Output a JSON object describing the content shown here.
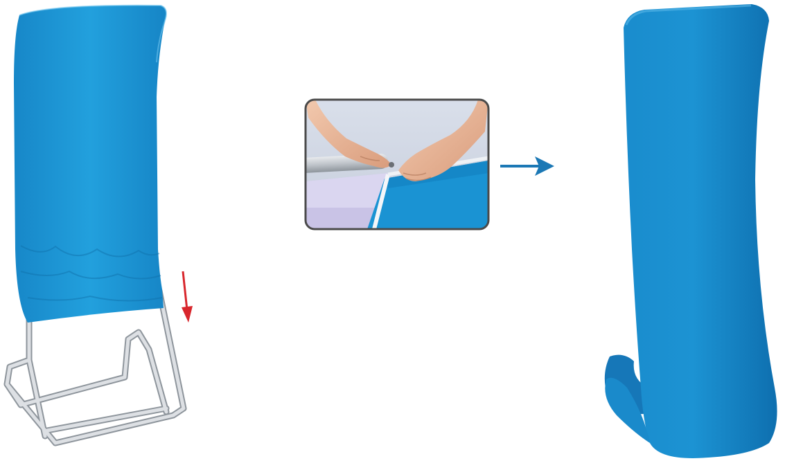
{
  "colors": {
    "fabric_blue": "#1E97D6",
    "fabric_blue_dark": "#137FBF",
    "frame_silver": "#C9CDD2",
    "frame_silver_dark": "#9AA1A8",
    "arrow_red": "#D8262C",
    "arrow_blue": "#1B78B5",
    "inset_border": "#4A4A4A",
    "background": "#FFFFFF"
  },
  "steps": [
    {
      "id": "step-1",
      "illustration": "fabric-pulled-over-frame",
      "indicator": "down-arrow-icon"
    },
    {
      "id": "step-2",
      "illustration": "zipping-fabric-closeup-photo",
      "indicator": "right-arrow-icon"
    },
    {
      "id": "step-3",
      "illustration": "assembled-curved-display"
    }
  ]
}
